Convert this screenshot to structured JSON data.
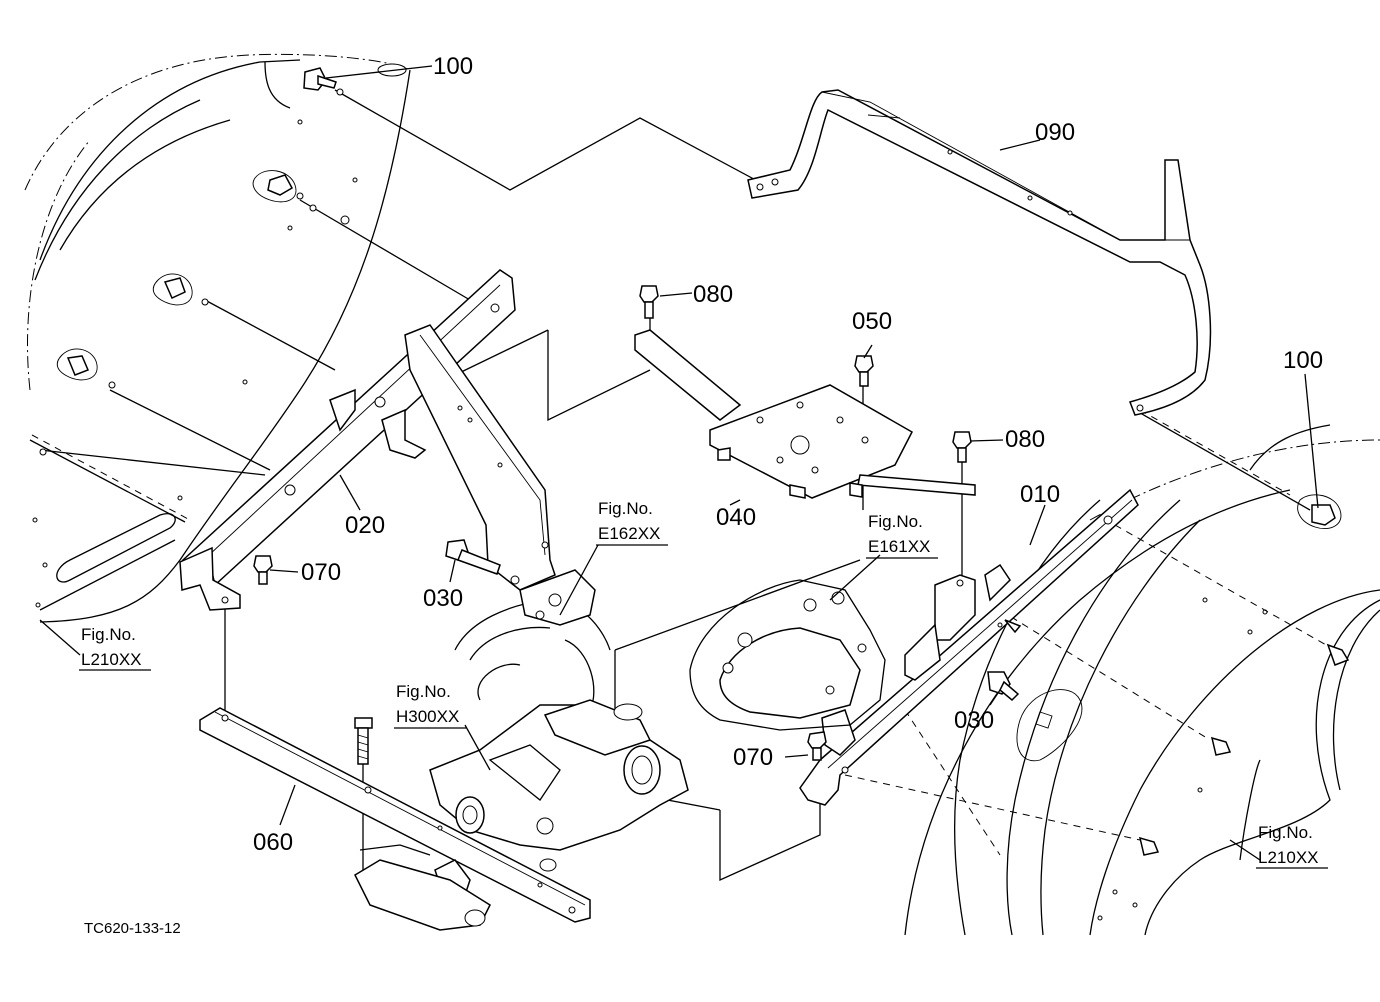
{
  "drawing_code": "TC620-133-12",
  "callouts": [
    {
      "id": "c100a",
      "text": "100"
    },
    {
      "id": "c090",
      "text": "090"
    },
    {
      "id": "c080a",
      "text": "080"
    },
    {
      "id": "c050",
      "text": "050"
    },
    {
      "id": "c100b",
      "text": "100"
    },
    {
      "id": "c080b",
      "text": "080"
    },
    {
      "id": "c010",
      "text": "010"
    },
    {
      "id": "c020",
      "text": "020"
    },
    {
      "id": "c040",
      "text": "040"
    },
    {
      "id": "c070a",
      "text": "070"
    },
    {
      "id": "c030a",
      "text": "030"
    },
    {
      "id": "c030b",
      "text": "030"
    },
    {
      "id": "c070b",
      "text": "070"
    },
    {
      "id": "c060",
      "text": "060"
    }
  ],
  "figure_refs": [
    {
      "id": "f162",
      "label": "Fig.No.",
      "code": "E162XX"
    },
    {
      "id": "f161",
      "label": "Fig.No.",
      "code": "E161XX"
    },
    {
      "id": "f210a",
      "label": "Fig.No.",
      "code": "L210XX"
    },
    {
      "id": "f300",
      "label": "Fig.No.",
      "code": "H300XX"
    },
    {
      "id": "f210b",
      "label": "Fig.No.",
      "code": "L210XX"
    }
  ]
}
